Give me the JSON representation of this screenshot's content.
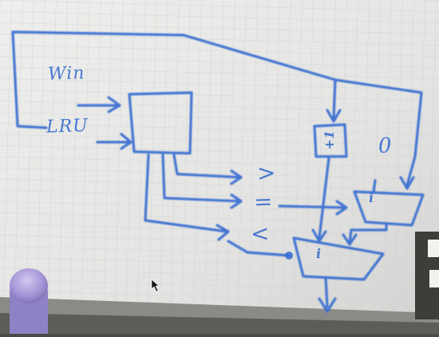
{
  "whiteboard": {
    "labels": {
      "win": "Win",
      "lru": "LRU",
      "greater_than": ">",
      "equals": "=",
      "less_than": "<",
      "adder": "+1",
      "zero": "0",
      "mux_top_select": "i",
      "mux_bottom_select": "i"
    }
  },
  "colors": {
    "marker": "#3a6fd0",
    "board": "#e6e6e4",
    "grid": "#cfd2d6",
    "marker_cap": "#a99ad8"
  }
}
